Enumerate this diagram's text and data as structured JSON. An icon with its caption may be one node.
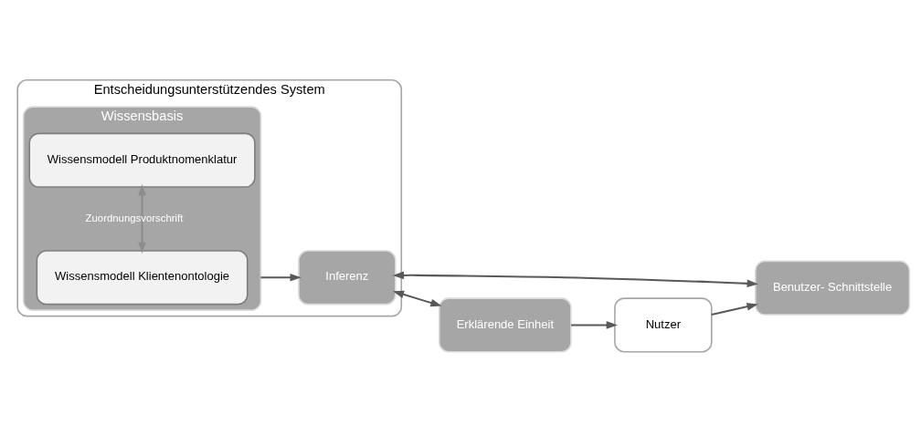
{
  "diagram": {
    "nodes": [
      {
        "text": [
          "Entscheidungsunterstützendes System"
        ]
      },
      {
        "text": [
          "Wissensbasis"
        ],
        "in": 0
      },
      {
        "text": [
          "Wissensmodell Klientenontologie"
        ],
        "in": 1
      },
      {
        "text": [
          "Wissensmodell Produktnomenklatur"
        ],
        "in": 1
      },
      {
        "text": [
          "Inferenz"
        ],
        "in": 0
      },
      {
        "text": [
          "Benutzer- Schnittstelle"
        ]
      },
      {
        "text": [
          "Erklärende Einheit"
        ]
      },
      {
        "text": [
          "Nutzer"
        ]
      }
    ],
    "edges": [
      {
        "from": 2,
        "to": 3,
        "arrow": "both",
        "label": "Zuordnungsvorschrift",
        "color": "#8c8c8c"
      },
      {
        "from": 1,
        "to": 4,
        "arrow": "to"
      },
      {
        "from": 4,
        "to": 5,
        "arrow": "both"
      },
      {
        "from": 4,
        "to": 6,
        "arrow": "both"
      },
      {
        "from": 7,
        "to": 5,
        "arrow": "to"
      },
      {
        "from": 6,
        "to": 7,
        "arrow": "to"
      }
    ]
  }
}
